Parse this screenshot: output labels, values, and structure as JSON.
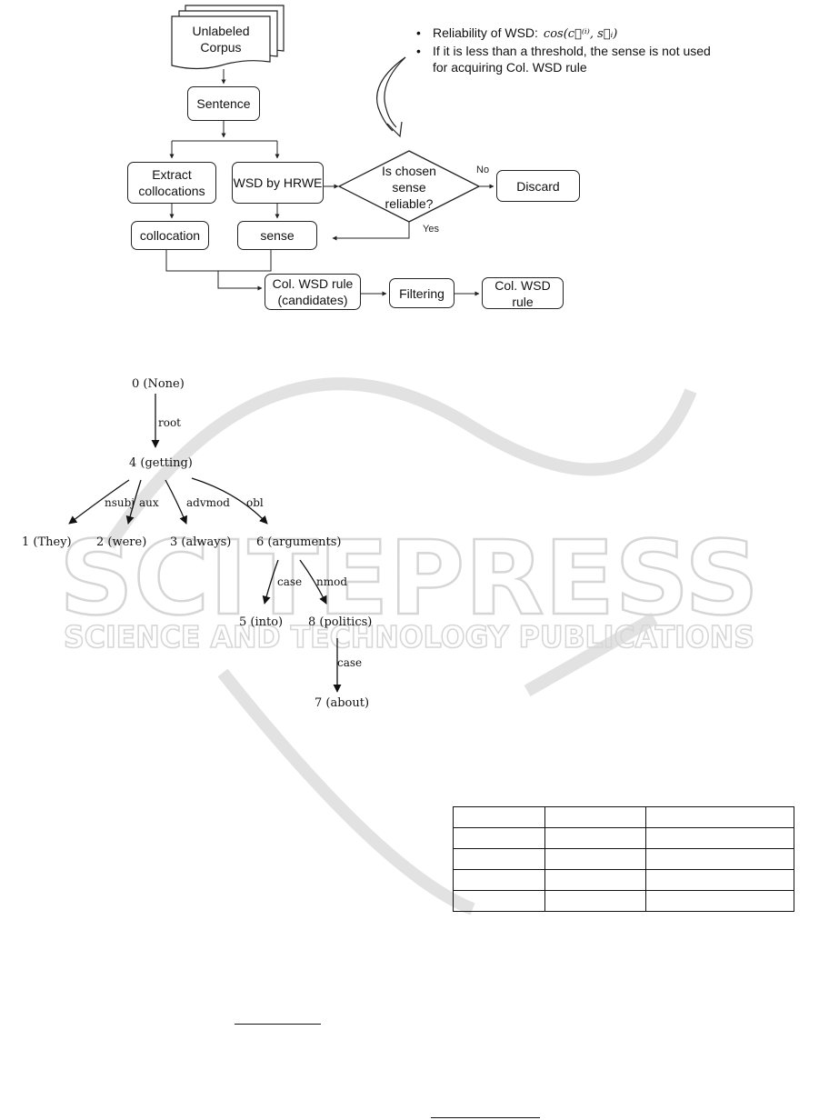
{
  "flowchart": {
    "corpus": "Unlabeled Corpus",
    "sentence": "Sentence",
    "extract": "Extract collocations",
    "wsd": "WSD by HRWE",
    "decision": "Is chosen sense reliable?",
    "no_label": "No",
    "yes_label": "Yes",
    "discard": "Discard",
    "collocation": "collocation",
    "sense": "sense",
    "candidates": "Col. WSD rule (candidates)",
    "filtering": "Filtering",
    "rule": "Col. WSD rule",
    "notes": {
      "reliability": "Reliability of WSD:",
      "formula": "cos(c⃗⁽ⁱ⁾, s⃗ᵢ)",
      "threshold": "If it is less than a threshold, the sense is not used for acquiring Col. WSD rule"
    }
  },
  "tree": {
    "nodes": {
      "n0": "0 (None)",
      "n4": "4 (getting)",
      "n1": "1 (They)",
      "n2": "2 (were)",
      "n3": "3 (always)",
      "n6": "6 (arguments)",
      "n5": "5 (into)",
      "n8": "8 (politics)",
      "n7": "7 (about)"
    },
    "edges": {
      "root": "root",
      "nsubj": "nsubj",
      "aux": "aux",
      "advmod": "advmod",
      "obl": "obl",
      "case1": "case",
      "nmod": "nmod",
      "case2": "case"
    }
  },
  "watermark": {
    "line1": "SCITEPRESS",
    "line2": "SCIENCE AND TECHNOLOGY PUBLICATIONS"
  }
}
